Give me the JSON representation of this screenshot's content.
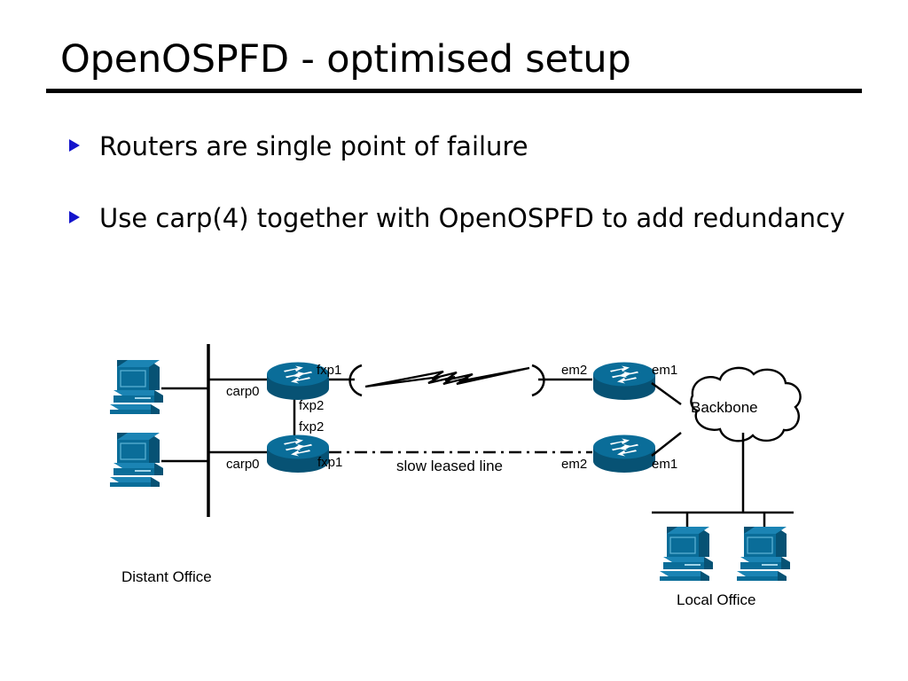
{
  "slide": {
    "title": "OpenOSPFD - optimised setup",
    "bullets": [
      {
        "text": "Routers are single point of failure",
        "marker": "triangle-right-icon"
      },
      {
        "text": "Use carp(4) together with OpenOSPFD to add redundancy",
        "marker": "triangle-right-icon"
      }
    ]
  },
  "diagram": {
    "type": "network-topology",
    "site_labels": {
      "left": "Distant Office",
      "right": "Local Office"
    },
    "cloud_label": "Backbone",
    "link_label": "slow leased line",
    "interfaces": {
      "distant_router_top_lan": "carp0",
      "distant_router_top_wan": "fxp1",
      "distant_router_top_sync": "fxp2",
      "distant_router_bottom_sync": "fxp2",
      "distant_router_bottom_lan": "carp0",
      "distant_router_bottom_wan": "fxp1",
      "local_router_top_wan": "em2",
      "local_router_top_backbone": "em1",
      "local_router_bottom_wan": "em2",
      "local_router_bottom_backbone": "em1"
    },
    "nodes": [
      {
        "id": "pc-distant-1",
        "kind": "pc-icon",
        "site": "Distant Office"
      },
      {
        "id": "pc-distant-2",
        "kind": "pc-icon",
        "site": "Distant Office"
      },
      {
        "id": "router-distant-1",
        "kind": "router-icon",
        "site": "Distant Office"
      },
      {
        "id": "router-distant-2",
        "kind": "router-icon",
        "site": "Distant Office"
      },
      {
        "id": "router-local-1",
        "kind": "router-icon",
        "site": "Local Office"
      },
      {
        "id": "router-local-2",
        "kind": "router-icon",
        "site": "Local Office"
      },
      {
        "id": "cloud-backbone",
        "kind": "cloud-icon",
        "site": "Local Office"
      },
      {
        "id": "pc-local-1",
        "kind": "pc-icon",
        "site": "Local Office"
      },
      {
        "id": "pc-local-2",
        "kind": "pc-icon",
        "site": "Local Office"
      }
    ],
    "links": [
      {
        "from": "router-distant-1",
        "to": "router-local-1",
        "style": "lightning",
        "label": ""
      },
      {
        "from": "router-distant-2",
        "to": "router-local-2",
        "style": "dash-dot",
        "label": "slow leased line"
      },
      {
        "from": "router-distant-1",
        "to": "router-distant-2",
        "style": "solid",
        "label": "fxp2"
      }
    ]
  },
  "colors": {
    "device_blue": "#0a6d99",
    "device_blue_dark": "#075274",
    "device_blue_light": "#1b84b4",
    "bullet_marker": "#1414cc",
    "line": "#000000",
    "background": "#ffffff"
  }
}
